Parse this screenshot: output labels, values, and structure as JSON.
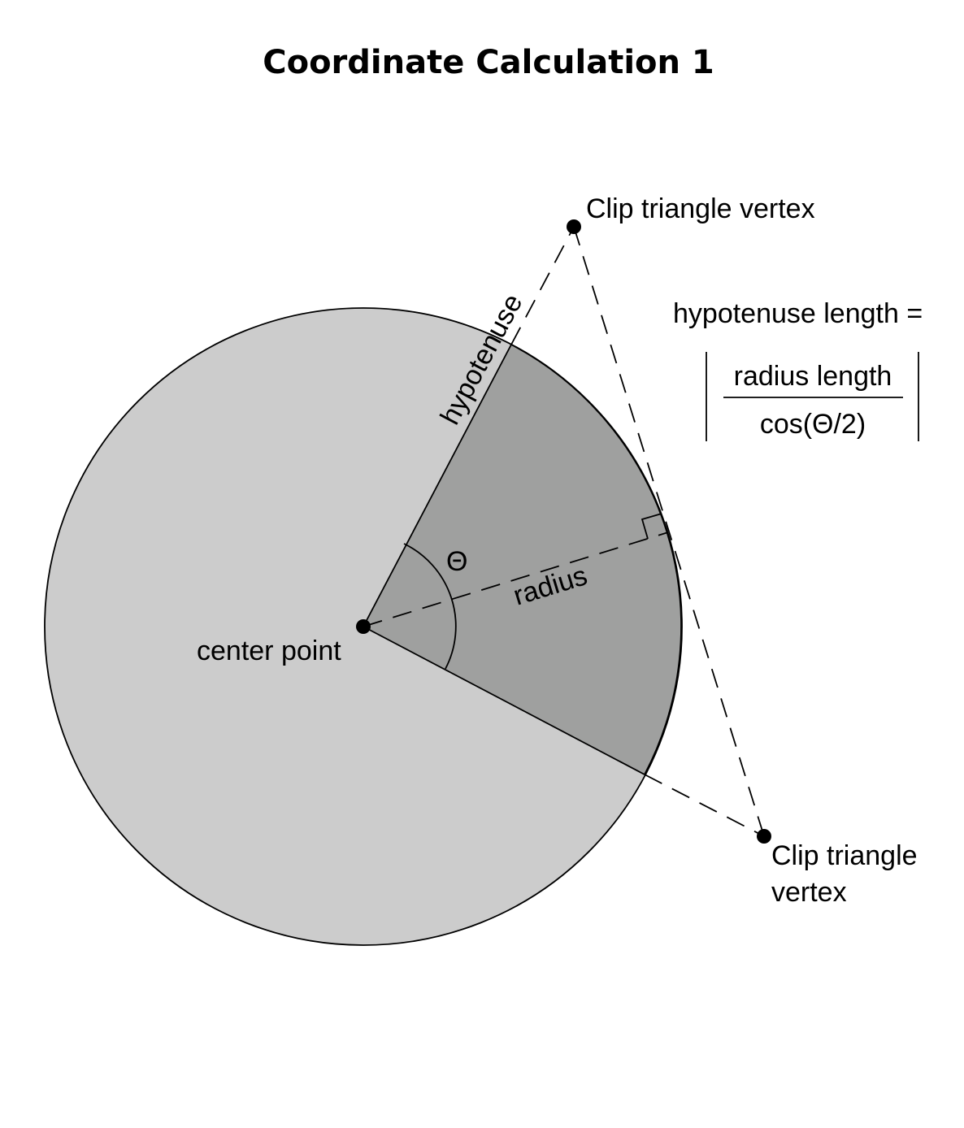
{
  "title": "Coordinate Calculation 1",
  "labels": {
    "top_vertex": "Clip triangle vertex",
    "bottom_vertex_line1": "Clip triangle",
    "bottom_vertex_line2": "vertex",
    "hypotenuse": "hypotenuse",
    "radius": "radius",
    "theta": "Θ",
    "center_point": "center point"
  },
  "formula": {
    "lhs": "hypotenuse length =",
    "numerator": "radius length",
    "denominator": "cos(Θ/2)"
  },
  "colors": {
    "circle_fill": "#cccccc",
    "sector_fill": "#9fa09f",
    "stroke": "#000000",
    "background": "#ffffff"
  }
}
